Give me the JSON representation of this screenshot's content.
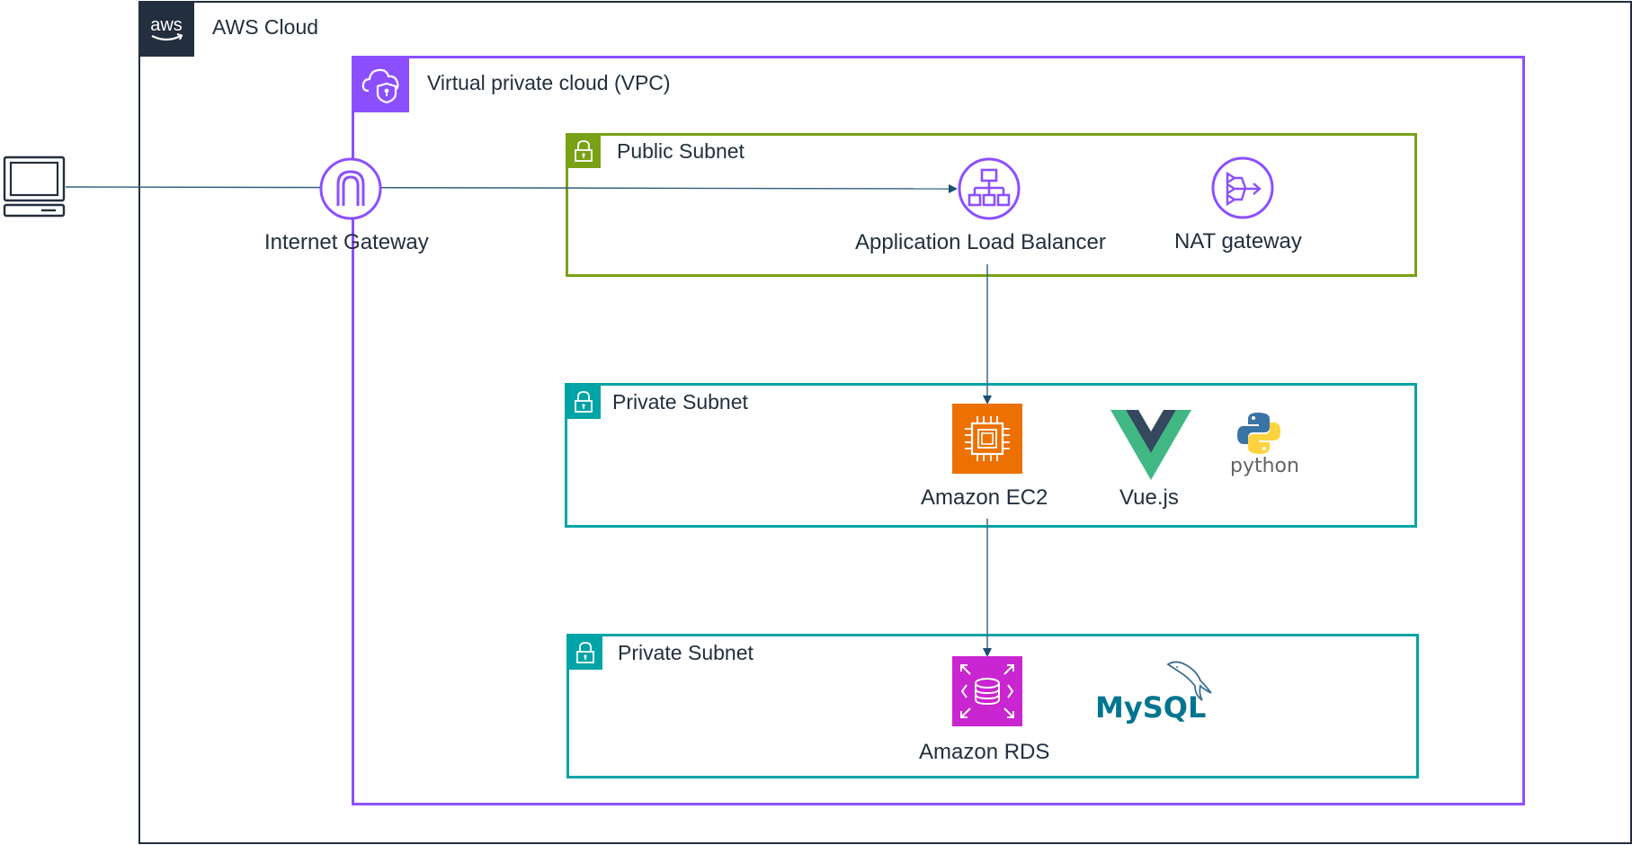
{
  "groups": {
    "aws_cloud": {
      "title": "AWS Cloud",
      "badge_icon": "aws-logo-icon",
      "color": "#232f3e"
    },
    "vpc": {
      "title": "Virtual private cloud (VPC)",
      "badge_icon": "vpc-cloud-shield-icon",
      "color": "#8c4fff"
    },
    "public_subnet": {
      "title": "Public Subnet",
      "badge_icon": "lock-icon",
      "color": "#7aa116"
    },
    "private_subnet_app": {
      "title": "Private Subnet",
      "badge_icon": "lock-icon",
      "color": "#00a4a6"
    },
    "private_subnet_db": {
      "title": "Private Subnet",
      "badge_icon": "lock-icon",
      "color": "#00a4a6"
    }
  },
  "nodes": {
    "client": {
      "icon": "laptop-client-icon"
    },
    "internet_gateway": {
      "label": "Internet Gateway",
      "icon": "internet-gateway-icon"
    },
    "alb": {
      "label": "Application Load Balancer",
      "icon": "load-balancer-icon"
    },
    "nat_gateway": {
      "label": "NAT gateway",
      "icon": "nat-gateway-icon"
    },
    "ec2": {
      "label": "Amazon EC2",
      "icon": "ec2-chip-icon",
      "color": "#ed7100"
    },
    "vuejs": {
      "label": "Vue.js",
      "icon": "vue-logo-icon"
    },
    "python": {
      "logo_text": "python",
      "icon": "python-logo-icon"
    },
    "rds": {
      "label": "Amazon RDS",
      "icon": "rds-database-icon",
      "color": "#c925d1"
    },
    "mysql": {
      "logo_text": "MySQL",
      "icon": "mysql-dolphin-logo-icon"
    }
  },
  "connections": [
    {
      "from": "client",
      "to": "alb",
      "via": "internet_gateway"
    },
    {
      "from": "alb",
      "to": "ec2"
    },
    {
      "from": "ec2",
      "to": "rds"
    }
  ]
}
